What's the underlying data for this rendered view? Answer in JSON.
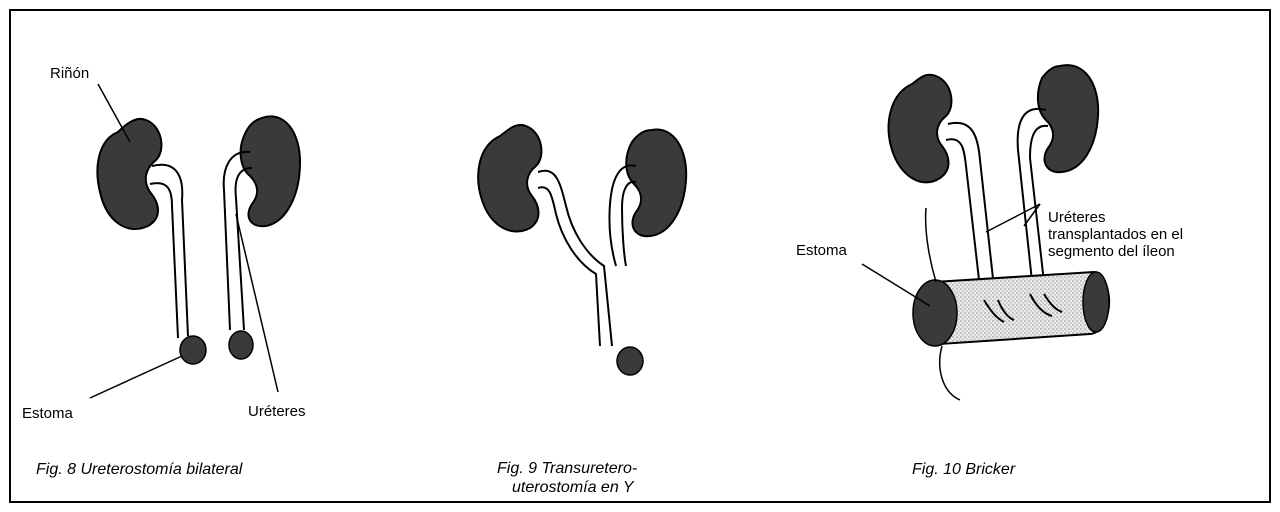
{
  "figures": [
    {
      "caption": [
        "Fig. 8 Ureterostomía bilateral"
      ],
      "labels": {
        "kidney": "Riñón",
        "stoma": "Estoma",
        "ureters": "Uréteres"
      }
    },
    {
      "caption": [
        "Fig. 9 Transuretero-",
        "uterostomía en Y"
      ]
    },
    {
      "caption": [
        "Fig. 10 Bricker"
      ],
      "labels": {
        "stoma": "Estoma",
        "ureters_transplanted": [
          "Uréteres",
          "transplantados en el",
          "segmento del íleon"
        ]
      }
    }
  ]
}
